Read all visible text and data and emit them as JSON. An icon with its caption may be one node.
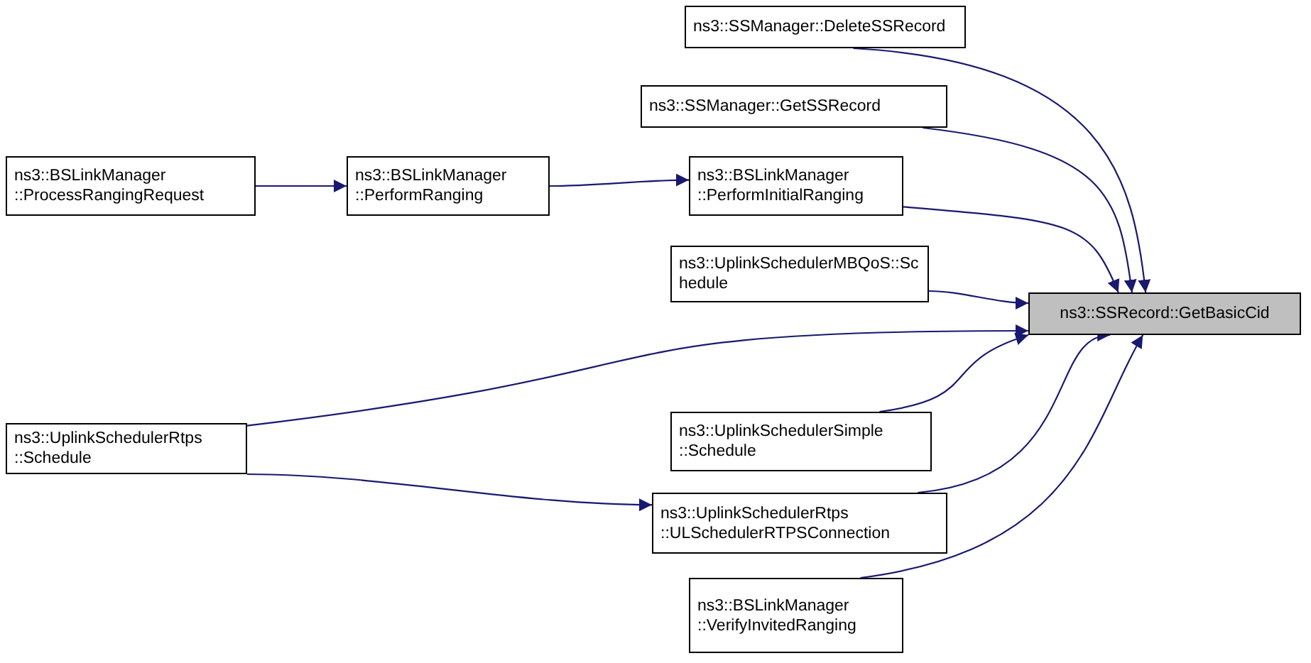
{
  "diagram": {
    "nodes": [
      {
        "text": [
          "ns3::BSLinkManager ::ProcessRangingRequest"
        ]
      },
      {
        "text": [
          "ns3::BSLinkManager ::PerformRanging"
        ]
      },
      {
        "text": [
          "ns3::UplinkSchedulerRtps ::Schedule"
        ]
      },
      {
        "text": [
          "ns3::SSManager::DeleteSSRecord"
        ]
      },
      {
        "text": [
          "ns3::SSManager::GetSSRecord"
        ]
      },
      {
        "text": [
          "ns3::BSLinkManager ::PerformInitialRanging"
        ]
      },
      {
        "text": [
          "ns3::UplinkSchedulerMBQoS::Schedule"
        ]
      },
      {
        "text": [
          "ns3::UplinkSchedulerSimple ::Schedule"
        ]
      },
      {
        "text": [
          "ns3::UplinkSchedulerRtps ::ULSchedulerRTPSConnection"
        ]
      },
      {
        "text": [
          "ns3::BSLinkManager ::VerifyInvitedRanging"
        ]
      },
      {
        "text": [
          "ns3::SSRecord::GetBasicCid"
        ]
      }
    ],
    "edges": [
      {
        "from": 0,
        "to": 1,
        "arrow": "to"
      },
      {
        "from": 1,
        "to": 5,
        "arrow": "to"
      },
      {
        "from": 2,
        "to": 8,
        "arrow": "to"
      },
      {
        "from": 3,
        "to": 10,
        "arrow": "to"
      },
      {
        "from": 4,
        "to": 10,
        "arrow": "to"
      },
      {
        "from": 5,
        "to": 10,
        "arrow": "to"
      },
      {
        "from": 6,
        "to": 10,
        "arrow": "to"
      },
      {
        "from": 2,
        "to": 10,
        "arrow": "to"
      },
      {
        "from": 7,
        "to": 10,
        "arrow": "to"
      },
      {
        "from": 8,
        "to": 10,
        "arrow": "to"
      },
      {
        "from": 9,
        "to": 10,
        "arrow": "to"
      }
    ]
  }
}
